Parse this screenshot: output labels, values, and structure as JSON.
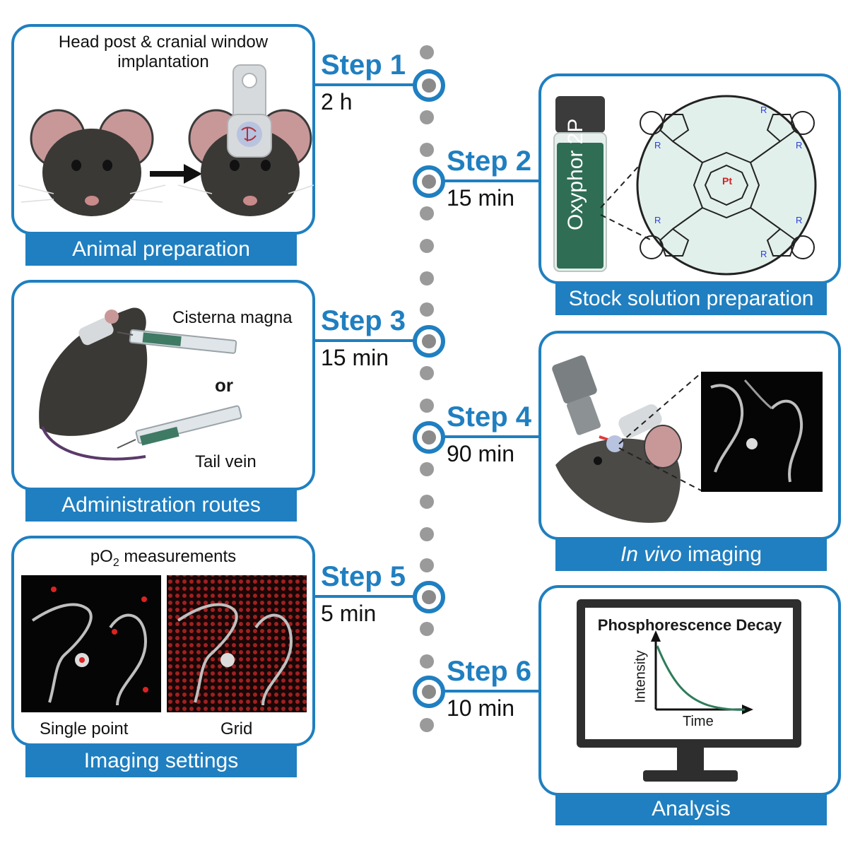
{
  "steps": [
    {
      "title": "Step 1",
      "time": "2 h"
    },
    {
      "title": "Step 2",
      "time": "15 min"
    },
    {
      "title": "Step 3",
      "time": "15 min"
    },
    {
      "title": "Step 4",
      "time": "90 min"
    },
    {
      "title": "Step 5",
      "time": "5 min"
    },
    {
      "title": "Step 6",
      "time": "10 min"
    }
  ],
  "panels": {
    "animal_preparation": {
      "banner": "Animal preparation",
      "heading_line1": "Head post & cranial window",
      "heading_line2": "implantation"
    },
    "stock_solution": {
      "banner": "Stock solution preparation",
      "vial_label": "Oxyphor 2P",
      "metal": "Pt",
      "substituent": "R"
    },
    "administration": {
      "banner": "Administration routes",
      "route1": "Cisterna magna",
      "or": "or",
      "route2": "Tail vein"
    },
    "in_vivo": {
      "banner_italic": "In vivo",
      "banner_rest": " imaging"
    },
    "imaging_settings": {
      "banner": "Imaging settings",
      "heading_prefix": "pO",
      "heading_sub": "2",
      "heading_suffix": " measurements",
      "option1": "Single point",
      "option2": "Grid"
    },
    "analysis": {
      "banner": "Analysis",
      "chart_title": "Phosphorescence Decay",
      "ylabel": "Intensity",
      "xlabel": "Time"
    }
  },
  "colors": {
    "accent": "#1f7fc0",
    "timeline_dot": "#9a9a9a",
    "decay_curve": "#2e7d5b",
    "vial_liquid": "#2f6e55"
  }
}
